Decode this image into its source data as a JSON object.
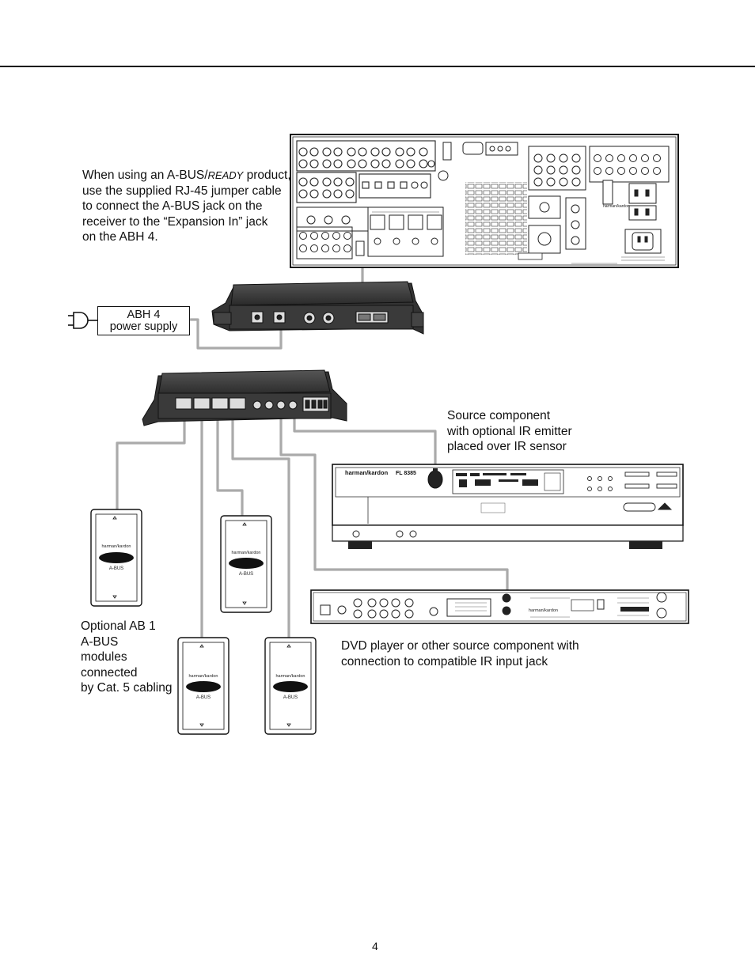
{
  "caption_receiver": {
    "line1_a": "When using an A-BUS/",
    "line1_b": "READY",
    "line1_c": " product,",
    "line2": "use the supplied RJ-45 jumper cable",
    "line3": "to connect the A-BUS jack on the",
    "line4": "receiver to the “Expansion In” jack",
    "line5": "on the ABH 4."
  },
  "power_supply_label": {
    "line1": "ABH 4",
    "line2": "power supply"
  },
  "caption_source": {
    "line1": "Source component",
    "line2": "with optional IR emitter",
    "line3": "placed over IR sensor"
  },
  "caption_modules": {
    "line1": "Optional AB 1",
    "line2": "A-BUS",
    "line3": "modules",
    "line4": "connected",
    "line5": "by Cat. 5 cabling"
  },
  "caption_dvd": {
    "line1": "DVD player or other source component with",
    "line2": "connection to compatible IR input jack"
  },
  "module": {
    "brand": "harman/kardon",
    "logo": "A-BUS"
  },
  "cd_player": {
    "brand": "harman/kardon",
    "model": "FL 8385"
  },
  "dvd_player": {
    "brand": "harman/kardon"
  },
  "page_number": "4",
  "colors": {
    "ink": "#111111",
    "cable": "#aaaaaa",
    "device_dark": "#2a2a2a"
  },
  "icons": {
    "plug": "power-plug-icon"
  }
}
